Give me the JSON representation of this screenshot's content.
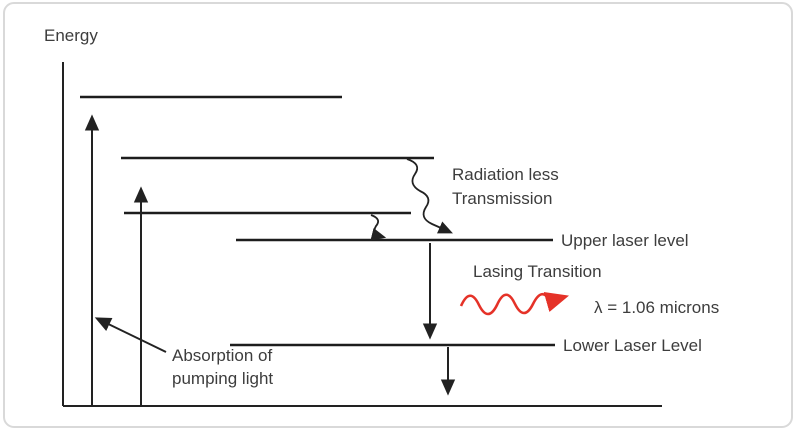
{
  "diagram": {
    "title": "Energy",
    "labels": {
      "radiationless_line1": "Radiation less",
      "radiationless_line2": "Transmission",
      "upper_laser_level": "Upper laser level",
      "lasing_transition": "Lasing Transition",
      "wavelength": "λ = 1.06 microns",
      "lower_laser_level": "Lower Laser Level",
      "absorption_line1": "Absorption of",
      "absorption_line2": "pumping light"
    },
    "colors": {
      "line": "#222222",
      "photon": "#e53228",
      "border": "#d9d9d9",
      "text": "#3d3d3d"
    }
  }
}
